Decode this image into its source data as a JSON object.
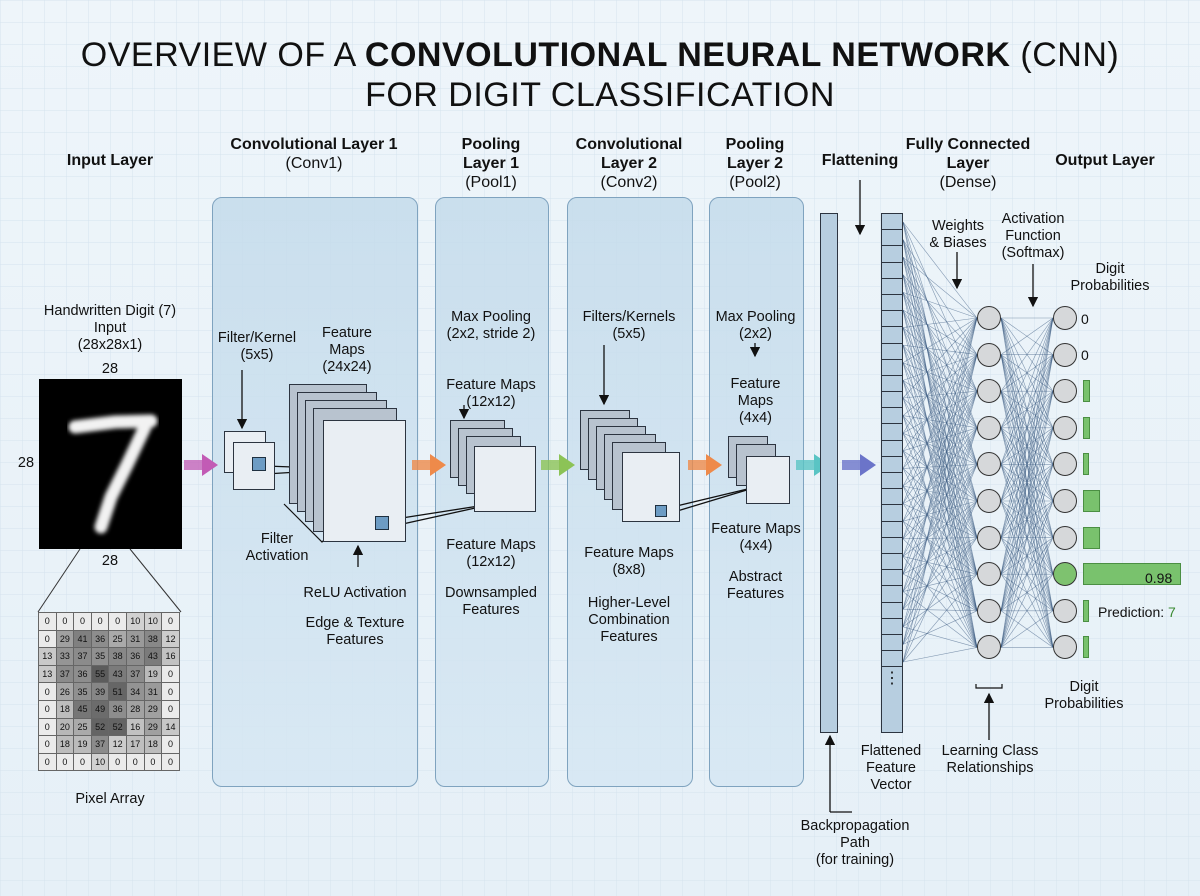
{
  "title": {
    "line1_plain": "OVERVIEW OF A ",
    "line1_bold": "CONVOLUTIONAL NEURAL NETWORK",
    "line1_end": " (CNN)",
    "line2": "FOR DIGIT CLASSIFICATION"
  },
  "headers": {
    "input": "Input Layer",
    "conv1": {
      "name": "Convolutional Layer 1",
      "abbr": "(Conv1)"
    },
    "pool1": {
      "name1": "Pooling",
      "name2": "Layer 1",
      "abbr": "(Pool1)"
    },
    "conv2": {
      "name1": "Convolutional",
      "name2": "Layer 2",
      "abbr": "(Conv2)"
    },
    "pool2": {
      "name1": "Pooling",
      "name2": "Layer 2",
      "abbr": "(Pool2)"
    },
    "flatten": "Flattening",
    "dense": {
      "name1": "Fully Connected",
      "name2": "Layer",
      "abbr": "(Dense)"
    },
    "output": "Output Layer"
  },
  "input": {
    "caption1": "Handwritten Digit (7)",
    "caption2": "Input",
    "caption3": "(28x28x1)",
    "dim_top": "28",
    "dim_left": "28",
    "dim_bottom": "28",
    "digit": "7",
    "pixel_array_label": "Pixel Array",
    "pixels": [
      [
        "0",
        "0",
        "0",
        "0",
        "0",
        "10",
        "10",
        "0"
      ],
      [
        "0",
        "29",
        "41",
        "36",
        "25",
        "31",
        "38",
        "12"
      ],
      [
        "13",
        "33",
        "37",
        "35",
        "38",
        "36",
        "43",
        "16"
      ],
      [
        "13",
        "37",
        "36",
        "55",
        "43",
        "37",
        "19",
        "0"
      ],
      [
        "0",
        "26",
        "35",
        "39",
        "51",
        "34",
        "31",
        "0"
      ],
      [
        "0",
        "18",
        "45",
        "49",
        "36",
        "28",
        "29",
        "0"
      ],
      [
        "0",
        "20",
        "25",
        "52",
        "52",
        "16",
        "29",
        "14"
      ],
      [
        "0",
        "18",
        "19",
        "37",
        "12",
        "17",
        "18",
        "0"
      ],
      [
        "0",
        "0",
        "0",
        "10",
        "0",
        "0",
        "0",
        "0"
      ]
    ]
  },
  "conv1": {
    "filter1": "Filter/Kernel",
    "filter2": "(5x5)",
    "maps1": "Feature",
    "maps2": "Maps",
    "maps3": "(24x24)",
    "act1": "Filter",
    "act2": "Activation",
    "relu": "ReLU Activation",
    "edge1": "Edge & Texture",
    "edge2": "Features"
  },
  "pool1": {
    "mp1": "Max Pooling",
    "mp2": "(2x2, stride 2)",
    "fm1": "Feature Maps",
    "fm2": "(12x12)",
    "fmb1": "Feature Maps",
    "fmb2": "(12x12)",
    "ds1": "Downsampled",
    "ds2": "Features"
  },
  "conv2": {
    "f1": "Filters/Kernels",
    "f2": "(5x5)",
    "fm1": "Feature Maps",
    "fm2": "(8x8)",
    "hl1": "Higher-Level",
    "hl2": "Combination",
    "hl3": "Features"
  },
  "pool2": {
    "mp1": "Max Pooling",
    "mp2": "(2x2)",
    "fm1": "Feature",
    "fm2": "Maps",
    "fm3": "(4x4)",
    "fmb1": "Feature Maps",
    "fmb2": "(4x4)",
    "ab1": "Abstract",
    "ab2": "Features"
  },
  "dense": {
    "wb1": "Weights",
    "wb2": "& Biases",
    "fv1": "Flattened",
    "fv2": "Feature",
    "fv3": "Vector",
    "lcr1": "Learning Class",
    "lcr2": "Relationships",
    "bp1": "Backpropagation",
    "bp2": "Path",
    "bp3": "(for training)",
    "ellipsis": "⋮"
  },
  "output": {
    "af1": "Activation",
    "af2": "Function",
    "af3": "(Softmax)",
    "dp_top1": "Digit",
    "dp_top2": "Probabilities",
    "dp_bot1": "Digit",
    "dp_bot2": "Probabilities",
    "prob_label_0": "0",
    "prob_label_1": "0",
    "probabilities": [
      0.0,
      0.0,
      0.03,
      0.03,
      0.02,
      0.07,
      0.07,
      0.98,
      0.02,
      0.02
    ],
    "top_value": "0.98",
    "prediction_label": "Prediction: ",
    "prediction_value": "7"
  },
  "colors": {
    "arrow_input": "#c25bb5",
    "arrow_conv": "#ee8a4a",
    "arrow_pool": "#8cc356",
    "arrow_flat": "#5ac4c4",
    "arrow_dense": "#6b74c9",
    "panel": "#c4dbeb",
    "highlight": "#79c26d"
  }
}
